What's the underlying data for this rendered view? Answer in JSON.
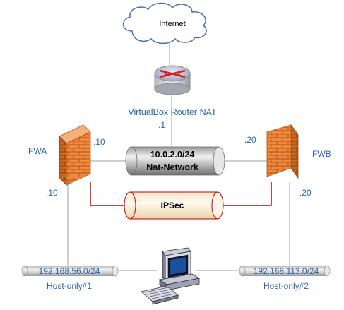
{
  "internet": {
    "label": "Internet"
  },
  "router": {
    "name": "VirtualBox Router NAT",
    "ip_suffix": ".1"
  },
  "nat_network": {
    "subnet": "10.0.2.0/24",
    "name": "Nat-Network"
  },
  "ipsec": {
    "label": "IPSec"
  },
  "fwa": {
    "name": "FWA",
    "nat_ip_suffix": ".10",
    "host_ip_suffix": ".10"
  },
  "fwb": {
    "name": "FWB",
    "nat_ip_suffix": ".20",
    "host_ip_suffix": ".20"
  },
  "host_only_1": {
    "subnet": "192.168.56.0/24",
    "name": "Host-only#1"
  },
  "host_only_2": {
    "subnet": "192.168.113.0/24",
    "name": "Host-only#2"
  },
  "colors": {
    "label_blue": "#2e63a8",
    "ipsec_line": "#c00000",
    "link_grey": "#bfbfbf",
    "brick": "#f08a3a"
  }
}
